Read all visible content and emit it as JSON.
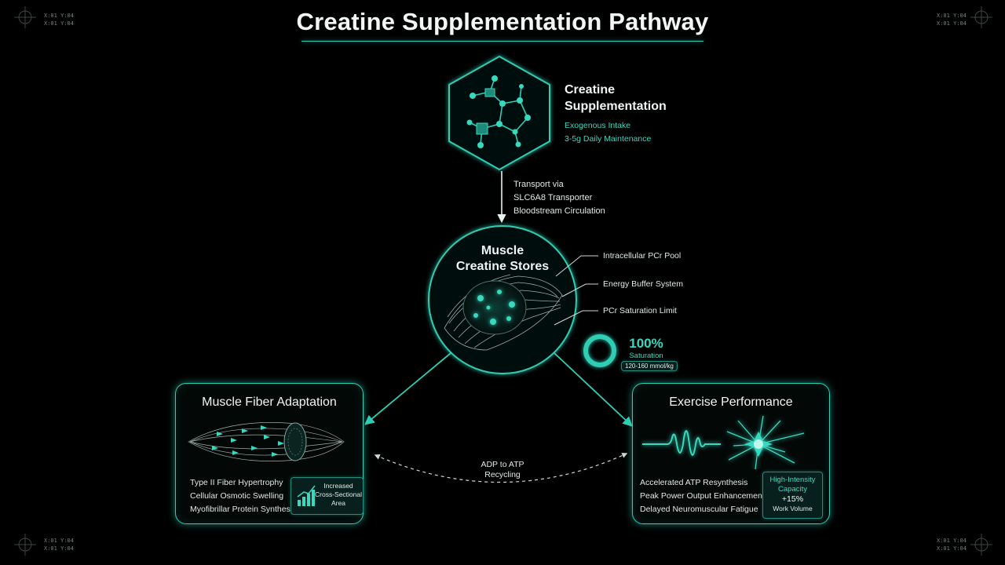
{
  "title": "Creatine Supplementation Pathway",
  "corners": {
    "coord_line_1": "X:01  Y:04",
    "coord_line_2": "X:01  Y:04"
  },
  "supplementation": {
    "title_line_1": "Creatine",
    "title_line_2": "Supplementation",
    "sub_1": "Exogenous Intake",
    "sub_2": "3-5g Daily Maintenance"
  },
  "transport": {
    "line_1": "Transport via",
    "line_2": "SLC6A8 Transporter",
    "line_3": "Bloodstream Circulation"
  },
  "stores": {
    "title_line_1": "Muscle",
    "title_line_2": "Creatine Stores",
    "callout_1": "Intracellular PCr Pool",
    "callout_2": "Energy Buffer System",
    "callout_3": "PCr Saturation Limit"
  },
  "saturation": {
    "value": "100%",
    "label": "Saturation",
    "range": "120-160 mmol/kg",
    "fraction": 1.0
  },
  "fiber": {
    "title": "Muscle Fiber Adaptation",
    "items": [
      "Type II Fiber Hypertrophy",
      "Cellular Osmotic Swelling",
      "Myofibrillar Protein Synthesis"
    ],
    "badge_line_1": "Increased",
    "badge_line_2": "Cross-Sectional",
    "badge_line_3": "Area"
  },
  "performance": {
    "title": "Exercise Performance",
    "items": [
      "Accelerated ATP Resynthesis",
      "Peak Power Output Enhancement",
      "Delayed Neuromuscular Fatigue"
    ],
    "badge_line_1": "High-Intensity",
    "badge_line_2": "Capacity",
    "badge_value": "+15%",
    "badge_line_3": "Work Volume"
  },
  "recycling": {
    "line_1": "ADP to ATP",
    "line_2": "Recycling"
  },
  "colors": {
    "accent": "#2fcdb4",
    "accent_bright": "#37d9bf",
    "background": "#000000"
  }
}
